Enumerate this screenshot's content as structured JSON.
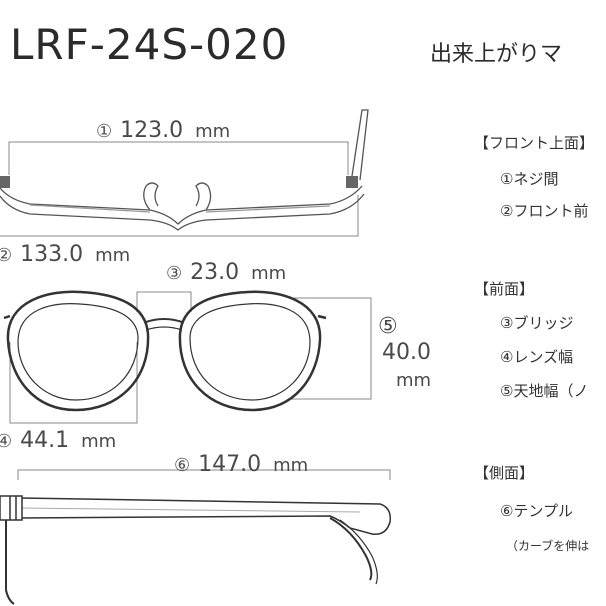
{
  "header": {
    "model": "LRF-24S-020",
    "title": "出来上がりマ"
  },
  "dimensions": [
    {
      "circle": "①",
      "value": "123.0",
      "unit": "mm"
    },
    {
      "circle": "②",
      "value": "133.0",
      "unit": "mm"
    },
    {
      "circle": "③",
      "value": "23.0",
      "unit": "mm"
    },
    {
      "circle": "④",
      "value": "44.1",
      "unit": "mm"
    },
    {
      "circle": "⑤",
      "value": "40.0",
      "unit": "mm"
    },
    {
      "circle": "⑥",
      "value": "147.0",
      "unit": "mm"
    }
  ],
  "legend": {
    "front_top": {
      "title": "【フロント上面】",
      "items": [
        "①ネジ間",
        "②フロント前"
      ]
    },
    "front": {
      "title": "【前面】",
      "items": [
        "③ブリッジ",
        "④レンズ幅",
        "⑤天地幅（ノ"
      ]
    },
    "side": {
      "title": "【側面】",
      "items": [
        "⑥テンプル"
      ],
      "note": "（カーブを伸は"
    }
  }
}
